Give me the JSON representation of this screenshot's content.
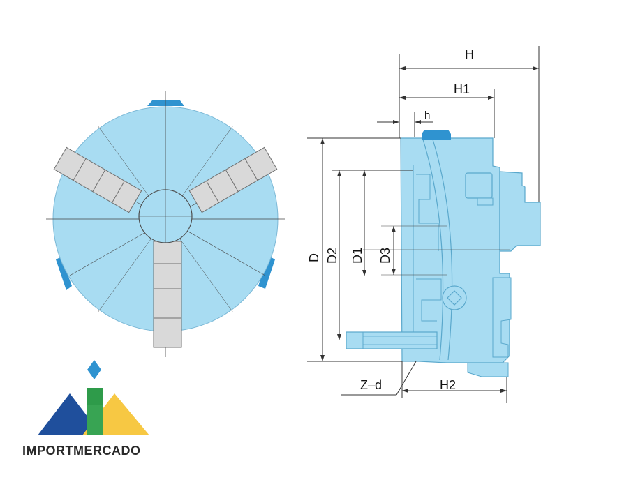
{
  "labels": {
    "H": "H",
    "H1": "H1",
    "h": "h",
    "D": "D",
    "D2": "D2",
    "D1": "D1",
    "D3": "D3",
    "Zd": "Z–d",
    "H2": "H2"
  },
  "brand": {
    "name": "IMPORTMERCADO"
  },
  "colors": {
    "body_fill": "#a8dcf2",
    "body_stroke": "#5aa8cc",
    "jaw_fill": "#d9d9d9",
    "accent_blue": "#2f93d0",
    "line": "#333333"
  }
}
